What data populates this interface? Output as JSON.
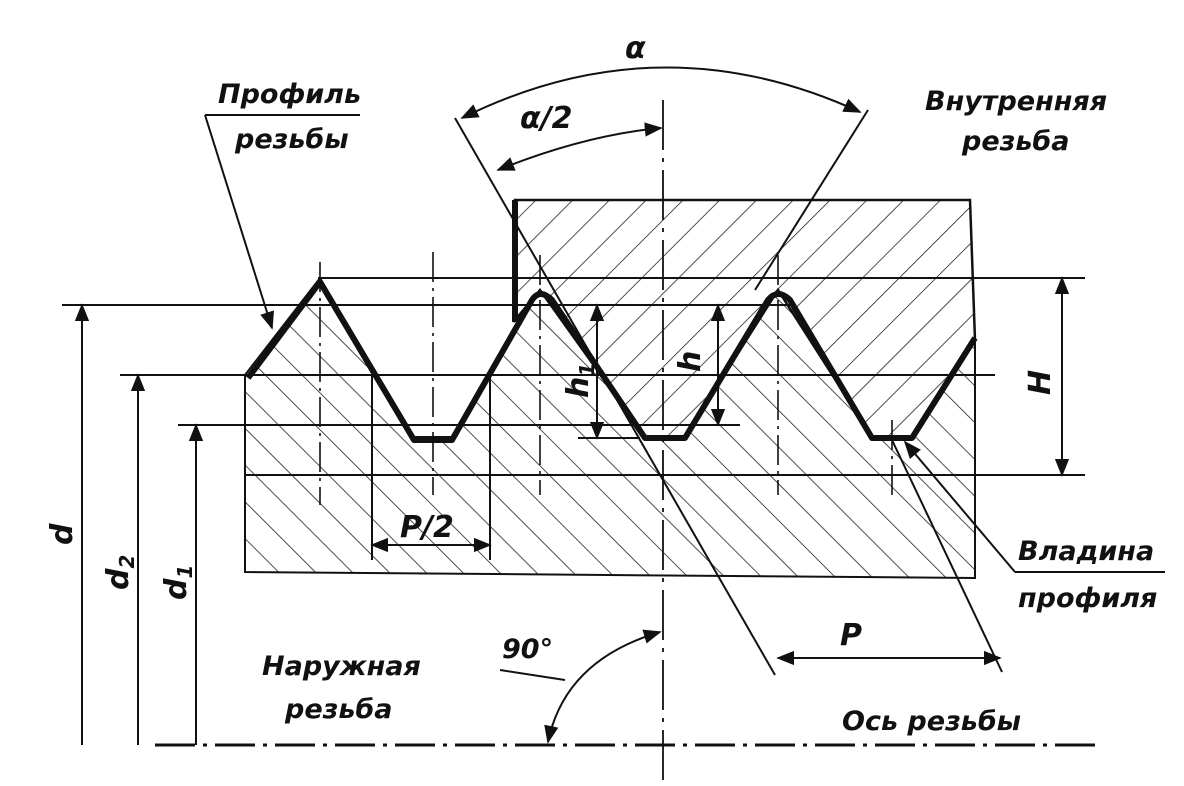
{
  "labels": {
    "thread_profile_l1": "Профиль",
    "thread_profile_l2": "резьбы",
    "internal_thread_l1": "Внутренняя",
    "internal_thread_l2": "резьба",
    "root_profile_l1": "Владина",
    "root_profile_l2": "профиля",
    "external_thread_l1": "Наружная",
    "external_thread_l2": "резьба",
    "thread_axis": "Ось резьбы",
    "angle_alpha": "α",
    "angle_half_alpha": "α/2",
    "right_angle": "90°",
    "pitch": "P",
    "half_pitch": "P/2",
    "height_h": "h",
    "height_h1": "h",
    "height_h1_sub": "1",
    "height_H": "H",
    "dia_d": "d",
    "dia_d2": "d",
    "dia_d2_sub": "2",
    "dia_d1": "d",
    "dia_d1_sub": "1"
  }
}
